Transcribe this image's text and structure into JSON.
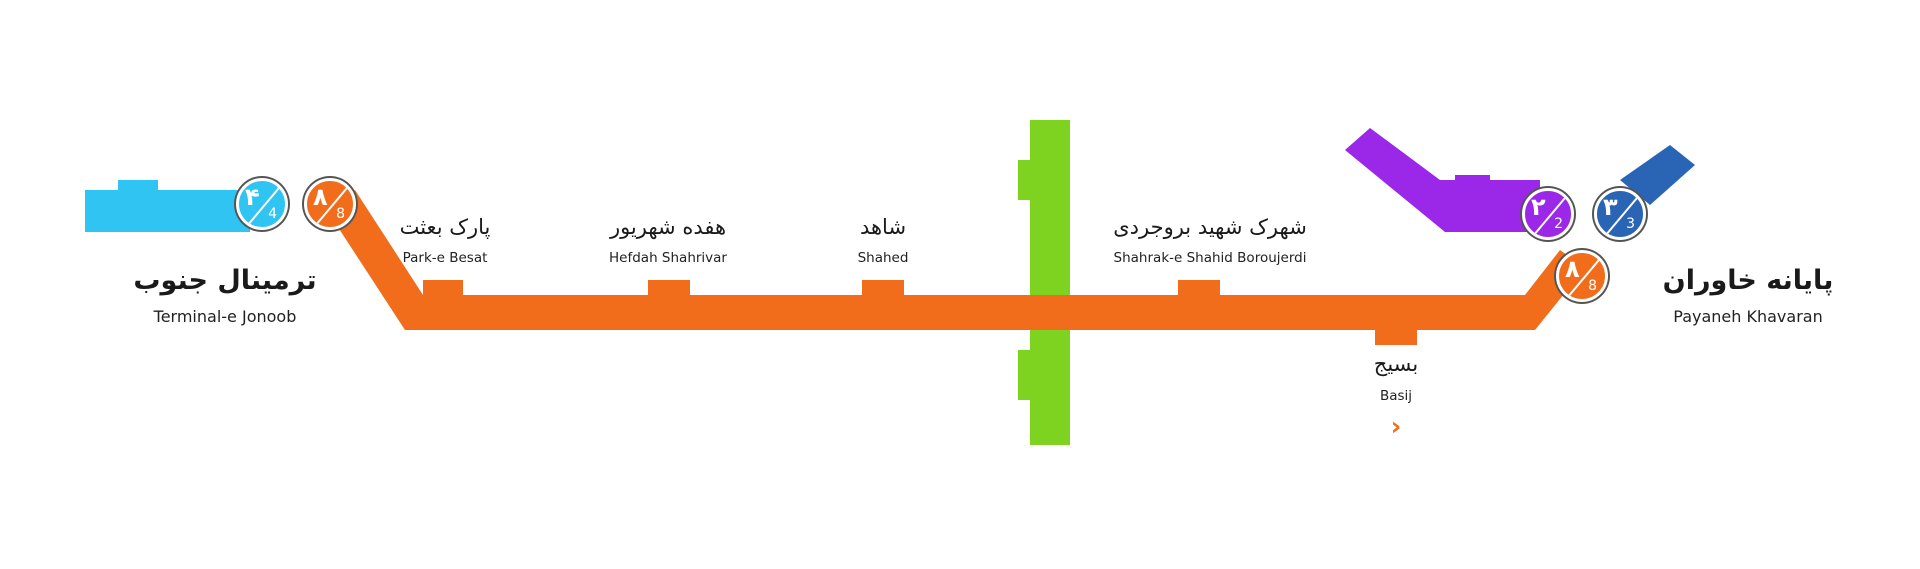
{
  "colors": {
    "line_8": "#f26d1b",
    "line_4": "#2fc4f1",
    "line_2": "#9b27e8",
    "line_3": "#2a64b5",
    "crossing_line": "#7ed321"
  },
  "terminals": {
    "west": {
      "fa": "ترمینال جنوب",
      "en": "Terminal-e Jonoob"
    },
    "east": {
      "fa": "پایانه خاوران",
      "en": "Payaneh Khavaran"
    }
  },
  "stations": [
    {
      "fa": "پارک بعثت",
      "en": "Park-e Besat"
    },
    {
      "fa": "هفده شهریور",
      "en": "Hefdah Shahrivar"
    },
    {
      "fa": "شاهد",
      "en": "Shahed"
    },
    {
      "fa": "شهرک شهید بروجردی",
      "en": "Shahrak-e Shahid Boroujerdi"
    },
    {
      "fa": "بسیج",
      "en": "Basij"
    }
  ],
  "badges": {
    "west_line4": {
      "fa": "۴",
      "en": "4"
    },
    "west_line8": {
      "fa": "۸",
      "en": "8"
    },
    "east_line2": {
      "fa": "۲",
      "en": "2"
    },
    "east_line3": {
      "fa": "۳",
      "en": "3"
    },
    "east_line8": {
      "fa": "۸",
      "en": "8"
    }
  },
  "direction_icon": "chevron-right-icon"
}
